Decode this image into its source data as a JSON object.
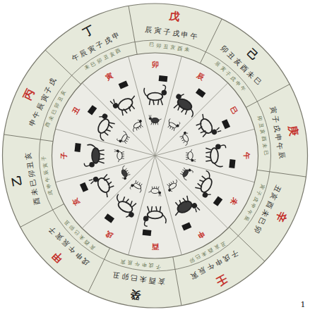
{
  "diagram": {
    "labels": [
      "丁",
      "戊",
      "己",
      "庚",
      "辛",
      "壬",
      "癸",
      "甲",
      "乙",
      "丙",
      "午辰寅子戌申",
      "辰寅子戌申午",
      "卯丑亥酉未巳",
      "寅子戌申午辰",
      "丑亥酉未巳卯",
      "子戌申午辰寅",
      "亥酉未巳卯丑",
      "戌申午辰寅子",
      "酉未巳卯丑亥",
      "申午辰寅子戌",
      "未巳卯丑亥酉",
      "巳卯丑亥酉未",
      "辰寅子戌申午",
      "卯丑亥酉未巳",
      "寅子戌申午辰",
      "丑亥酉未巳卯",
      "子戌申午辰寅",
      "亥酉未巳卯丑",
      "戌申午辰寅子",
      "酉未巳卯丑亥",
      "卯",
      "辰",
      "巳",
      "午",
      "未",
      "申",
      "酉",
      "戌",
      "亥",
      "子",
      "丑",
      "寅",
      "1"
    ]
  }
}
